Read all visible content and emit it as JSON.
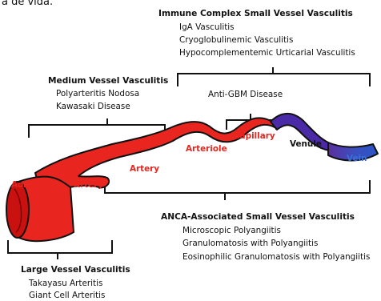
{
  "top_fragment": "a de vida.",
  "groups": {
    "immune_complex": {
      "heading": "Immune Complex  Small Vessel Vasculitis",
      "items": [
        "IgA Vasculitis",
        "Cryoglobulinemic Vasculitis",
        "Hypocomplementemic Urticarial Vasculitis"
      ]
    },
    "medium": {
      "heading": "Medium Vessel Vasculitis",
      "items": [
        "Polyarteritis Nodosa",
        "Kawasaki Disease"
      ]
    },
    "anti_gbm": {
      "heading": "Anti-GBM Disease"
    },
    "anca": {
      "heading": "ANCA-Associated Small Vessel Vasculitis",
      "items": [
        "Microscopic Polyangiitis",
        "Granulomatosis with Polyangiitis",
        "Eosinophilic Granulomatosis with Polyangiitis"
      ]
    },
    "large": {
      "heading": "Large Vessel Vasculitis",
      "items": [
        "Takayasu Arteritis",
        "Giant Cell Arteritis"
      ]
    }
  },
  "vessels": {
    "aorta": "Aorta",
    "artery_lower": "Artery",
    "artery_upper": "Artery",
    "arteriole": "Arteriole",
    "capillary": "Capillary",
    "venule": "Venule",
    "vein": "Vein"
  },
  "colors": {
    "artery_red": "#e8261f",
    "venule_purple": "#4a2aa6",
    "vein_blue": "#2a55c8",
    "outline": "#111111"
  }
}
